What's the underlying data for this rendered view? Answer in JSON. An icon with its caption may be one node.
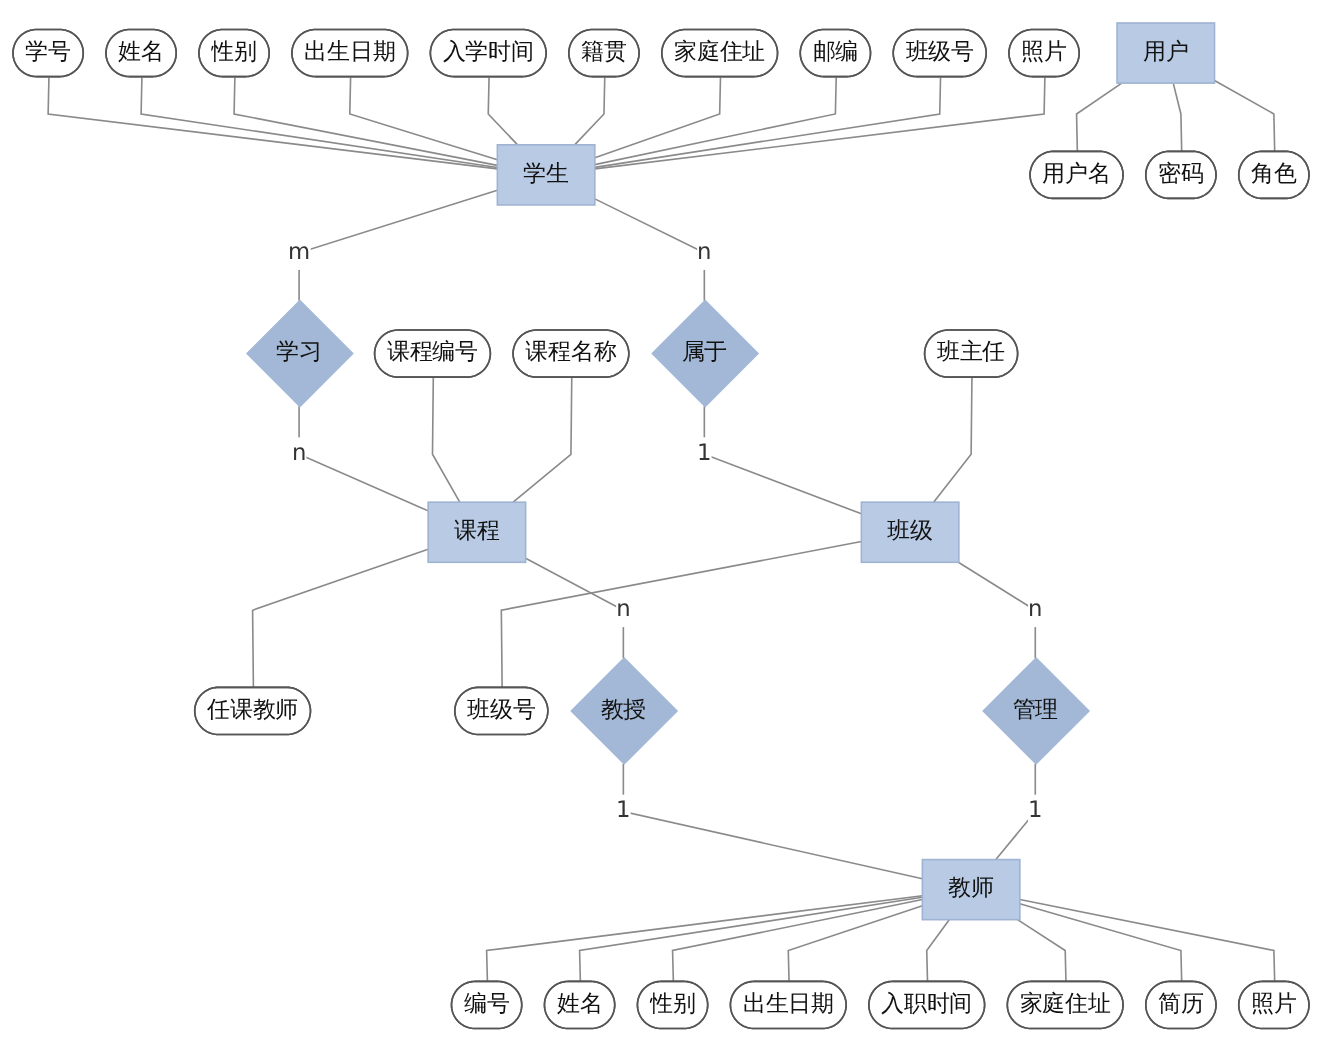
{
  "diagram": {
    "nodes": [
      {
        "text": [
          "学号"
        ]
      },
      {
        "text": [
          "姓名"
        ]
      },
      {
        "text": [
          "性别"
        ]
      },
      {
        "text": [
          "出生日期"
        ]
      },
      {
        "text": [
          "入学时间"
        ]
      },
      {
        "text": [
          "籍贯"
        ]
      },
      {
        "text": [
          "家庭住址"
        ]
      },
      {
        "text": [
          "邮编"
        ]
      },
      {
        "text": [
          "班级号"
        ]
      },
      {
        "text": [
          "照片"
        ]
      },
      {
        "text": [
          "学习"
        ]
      },
      {
        "text": [
          "学生"
        ]
      },
      {
        "text": [
          "属于"
        ]
      },
      {
        "text": [
          "班主任"
        ]
      },
      {
        "text": [
          "课程编号"
        ]
      },
      {
        "text": [
          "课程名称"
        ]
      },
      {
        "text": [
          "任课教师"
        ]
      },
      {
        "text": [
          "课程"
        ]
      },
      {
        "text": [
          "班级"
        ]
      },
      {
        "text": [
          "班级号"
        ]
      },
      {
        "text": [
          "教授"
        ]
      },
      {
        "text": [
          "教师"
        ]
      },
      {
        "text": [
          "管理"
        ]
      },
      {
        "text": [
          "编号"
        ]
      },
      {
        "text": [
          "姓名"
        ]
      },
      {
        "text": [
          "性别"
        ]
      },
      {
        "text": [
          "出生日期"
        ]
      },
      {
        "text": [
          "入职时间"
        ]
      },
      {
        "text": [
          "家庭住址"
        ]
      },
      {
        "text": [
          "简历"
        ]
      },
      {
        "text": [
          "照片"
        ]
      },
      {
        "text": [
          "用户"
        ]
      },
      {
        "text": [
          "用户名"
        ]
      },
      {
        "text": [
          "密码"
        ]
      },
      {
        "text": [
          "角色"
        ]
      }
    ],
    "edges": [
      {
        "from": 0,
        "to": 11,
        "arrow": "none"
      },
      {
        "from": 1,
        "to": 11,
        "arrow": "none"
      },
      {
        "from": 2,
        "to": 11,
        "arrow": "none"
      },
      {
        "from": 3,
        "to": 11,
        "arrow": "none"
      },
      {
        "from": 4,
        "to": 11,
        "arrow": "none"
      },
      {
        "from": 5,
        "to": 11,
        "arrow": "none"
      },
      {
        "from": 6,
        "to": 11,
        "arrow": "none"
      },
      {
        "from": 7,
        "to": 11,
        "arrow": "none"
      },
      {
        "from": 8,
        "to": 11,
        "arrow": "none"
      },
      {
        "from": 9,
        "to": 11,
        "arrow": "none"
      },
      {
        "from": 11,
        "to": 10,
        "arrow": "none",
        "label": "m"
      },
      {
        "from": 11,
        "to": 12,
        "arrow": "none",
        "label": "n"
      },
      {
        "from": 10,
        "to": 17,
        "arrow": "none",
        "label": "n"
      },
      {
        "from": 12,
        "to": 18,
        "arrow": "none",
        "label": "1"
      },
      {
        "from": 13,
        "to": 18,
        "arrow": "none"
      },
      {
        "from": 14,
        "to": 17,
        "arrow": "none"
      },
      {
        "from": 15,
        "to": 17,
        "arrow": "none"
      },
      {
        "from": 17,
        "to": 16,
        "arrow": "none"
      },
      {
        "from": 18,
        "to": 19,
        "arrow": "none"
      },
      {
        "from": 17,
        "to": 20,
        "arrow": "none",
        "label": "n"
      },
      {
        "from": 18,
        "to": 22,
        "arrow": "none",
        "label": "n"
      },
      {
        "from": 20,
        "to": 21,
        "arrow": "none",
        "label": "1"
      },
      {
        "from": 22,
        "to": 21,
        "arrow": "none",
        "label": "1"
      },
      {
        "from": 21,
        "to": 23,
        "arrow": "none"
      },
      {
        "from": 21,
        "to": 24,
        "arrow": "none"
      },
      {
        "from": 21,
        "to": 25,
        "arrow": "none"
      },
      {
        "from": 21,
        "to": 26,
        "arrow": "none"
      },
      {
        "from": 21,
        "to": 27,
        "arrow": "none"
      },
      {
        "from": 21,
        "to": 28,
        "arrow": "none"
      },
      {
        "from": 21,
        "to": 29,
        "arrow": "none"
      },
      {
        "from": 21,
        "to": 30,
        "arrow": "none"
      },
      {
        "from": 31,
        "to": 32,
        "arrow": "none"
      },
      {
        "from": 31,
        "to": 33,
        "arrow": "none"
      },
      {
        "from": 31,
        "to": 34,
        "arrow": "none"
      }
    ]
  }
}
